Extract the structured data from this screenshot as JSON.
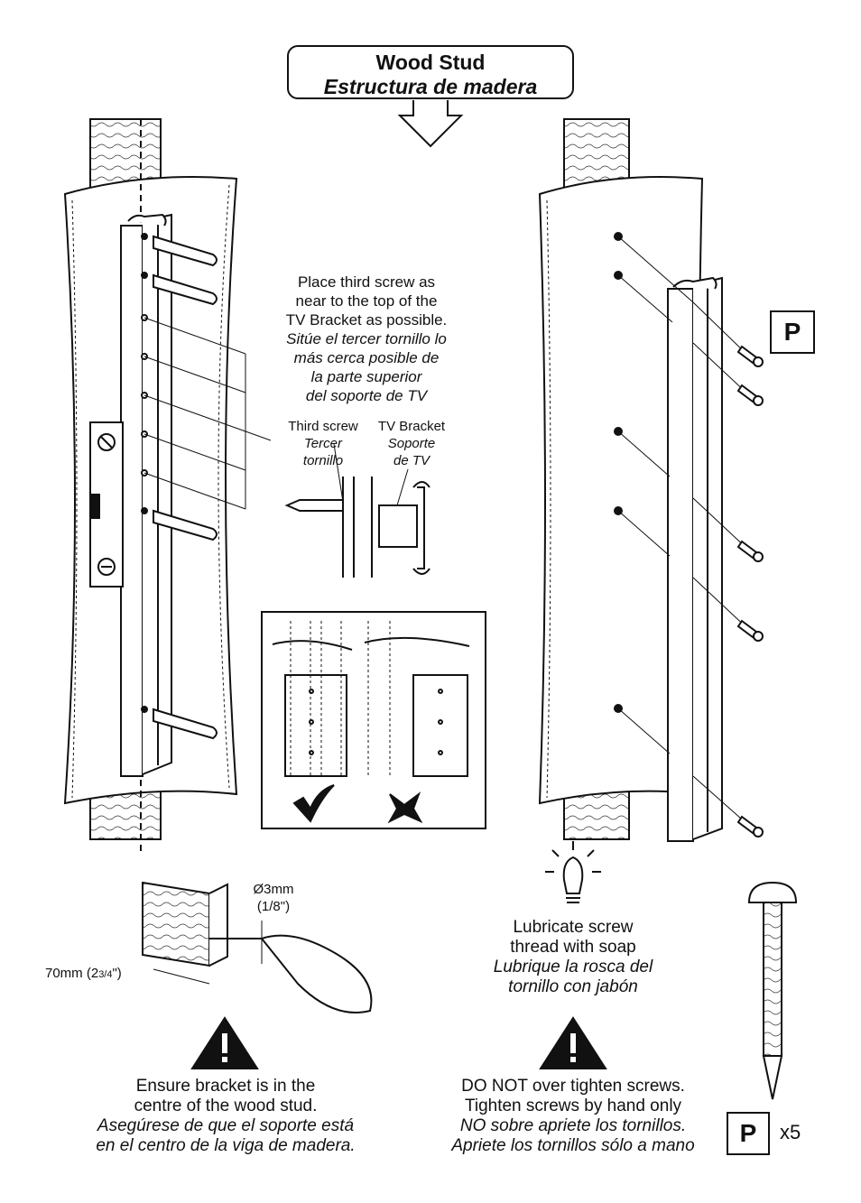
{
  "title": {
    "line1": "Wood Stud",
    "line2": "Estructura de madera"
  },
  "placement_note": {
    "en": [
      "Place third screw as",
      "near to the top of the",
      "TV Bracket as possible."
    ],
    "es": [
      "Sitúe el tercer tornillo lo",
      "más cerca posible de",
      "la parte superior",
      "del soporte de TV"
    ]
  },
  "labels": {
    "third_screw_en": "Third screw",
    "third_screw_es": [
      "Tercer",
      "tornillo"
    ],
    "tv_bracket_en": "TV Bracket",
    "tv_bracket_es": [
      "Soporte",
      "de TV"
    ]
  },
  "drill": {
    "diameter": "Ø3mm",
    "diameter_imperial": "(1/8\")",
    "depth": "70mm (2",
    "depth_fraction": "3/4",
    "depth_close": "\")"
  },
  "lubricate": {
    "en": [
      "Lubricate screw",
      "thread with soap"
    ],
    "es": [
      "Lubrique la rosca del",
      "tornillo con jabón"
    ]
  },
  "warning_center": {
    "en": [
      "Ensure bracket is in the",
      "centre of the wood stud."
    ],
    "es": [
      "Asegúrese de que el soporte está",
      "en el centro de la viga de madera."
    ]
  },
  "warning_tighten": {
    "en": [
      "DO NOT over tighten screws.",
      "Tighten screws by hand only"
    ],
    "es": [
      "NO sobre apriete los tornillos.",
      "Apriete los tornillos sólo a mano"
    ]
  },
  "part": {
    "letter": "P",
    "quantity": "x5"
  },
  "icons": {
    "correct": "checkmark-icon",
    "incorrect": "cross-icon",
    "warning": "warning-triangle-icon",
    "tip": "lightbulb-icon"
  }
}
